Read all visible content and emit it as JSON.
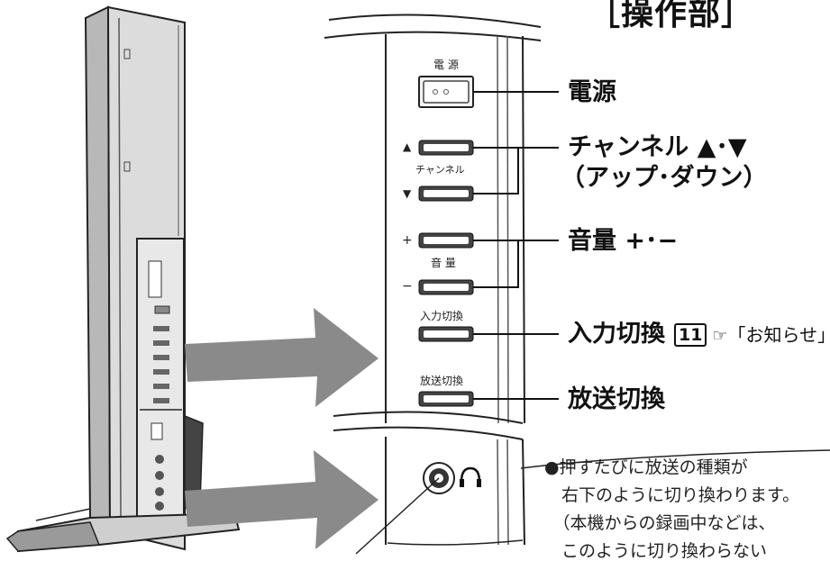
{
  "title": "［操作部］",
  "panel_labels": {
    "power": "電 源",
    "channel": "チャンネル",
    "volume": "音 量",
    "input": "入力切換",
    "broadcast": "放送切換",
    "up_mark": "▲",
    "down_mark": "▼",
    "plus_mark": "+",
    "minus_mark": "−"
  },
  "callouts": {
    "power": "電源",
    "channel_line1": "チャンネル ▲･▼",
    "channel_line2": "（アップ･ダウン）",
    "volume": "音量 +･−",
    "input": "入力切換",
    "input_ref_page": "11",
    "input_ref_mark": "☞",
    "input_ref_text": "「お知らせ」",
    "broadcast": "放送切換"
  },
  "note_lines": [
    "●押すたびに放送の種類が",
    "　右下のように切り換わります。",
    "　（本機からの録画中などは、",
    "　このように切り換わらない"
  ],
  "colors": {
    "arrow": "#8a8a8a",
    "tv_body": "#d4d4d4",
    "tv_side": "#a8a8a8",
    "button": "#444444",
    "line": "#111111"
  },
  "icons": {
    "headphone": "headphone-icon",
    "pointer": "pointing-hand-icon"
  }
}
